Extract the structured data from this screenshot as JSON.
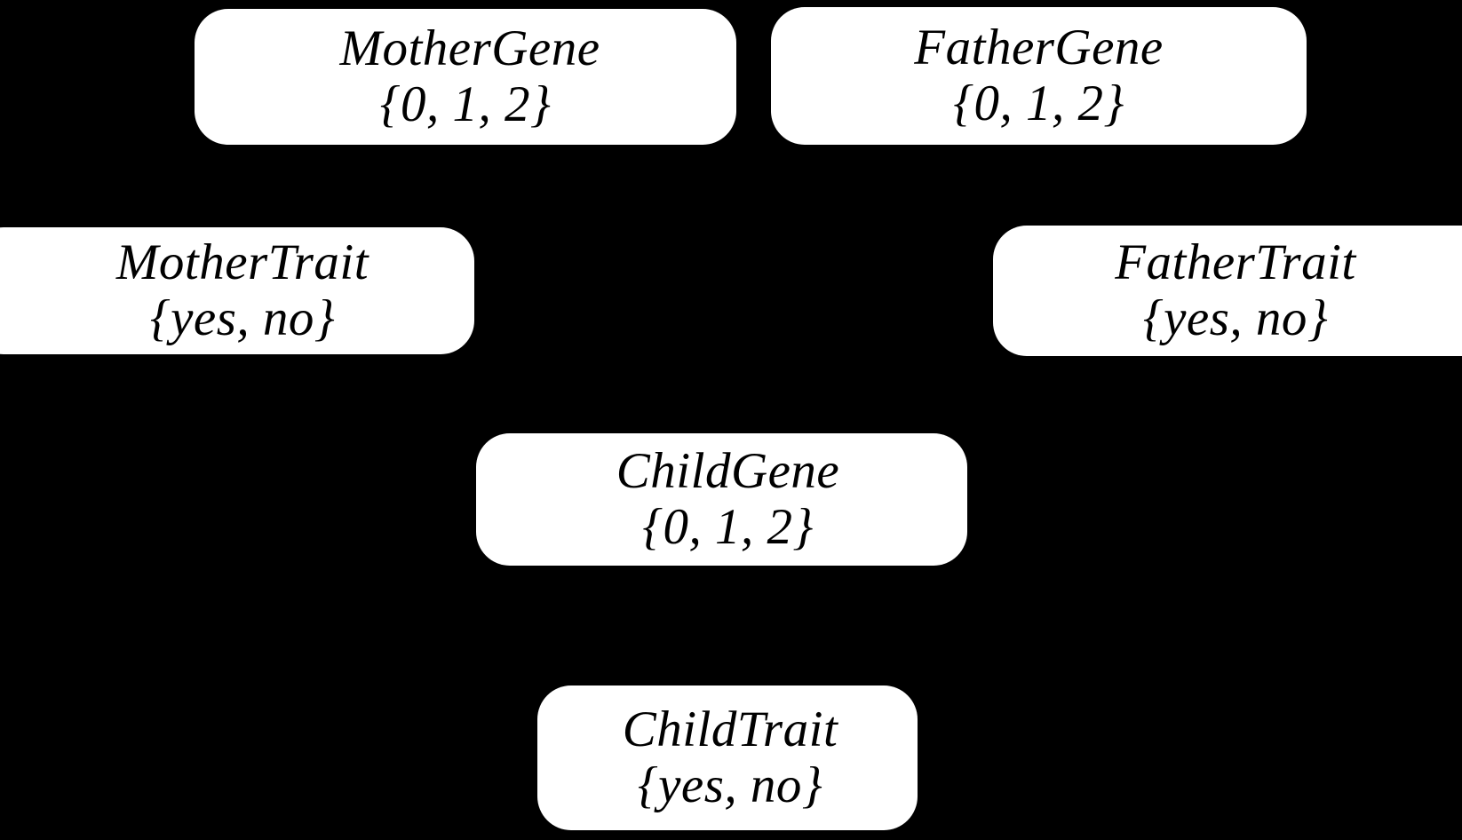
{
  "diagram": {
    "type": "bayesian-network",
    "title": "Genetic inheritance Bayesian network",
    "background_color": "#000000",
    "node_fill_color": "#ffffff",
    "node_text_color": "#000000",
    "nodes": [
      {
        "id": "mother-gene",
        "name": "MotherGene",
        "domain": "{0, 1, 2}"
      },
      {
        "id": "father-gene",
        "name": "FatherGene",
        "domain": "{0, 1, 2}"
      },
      {
        "id": "mother-trait",
        "name": "MotherTrait",
        "domain": "{yes, no}"
      },
      {
        "id": "father-trait",
        "name": "FatherTrait",
        "domain": "{yes, no}"
      },
      {
        "id": "child-gene",
        "name": "ChildGene",
        "domain": "{0, 1, 2}"
      },
      {
        "id": "child-trait",
        "name": "ChildTrait",
        "domain": "{yes, no}"
      }
    ]
  }
}
